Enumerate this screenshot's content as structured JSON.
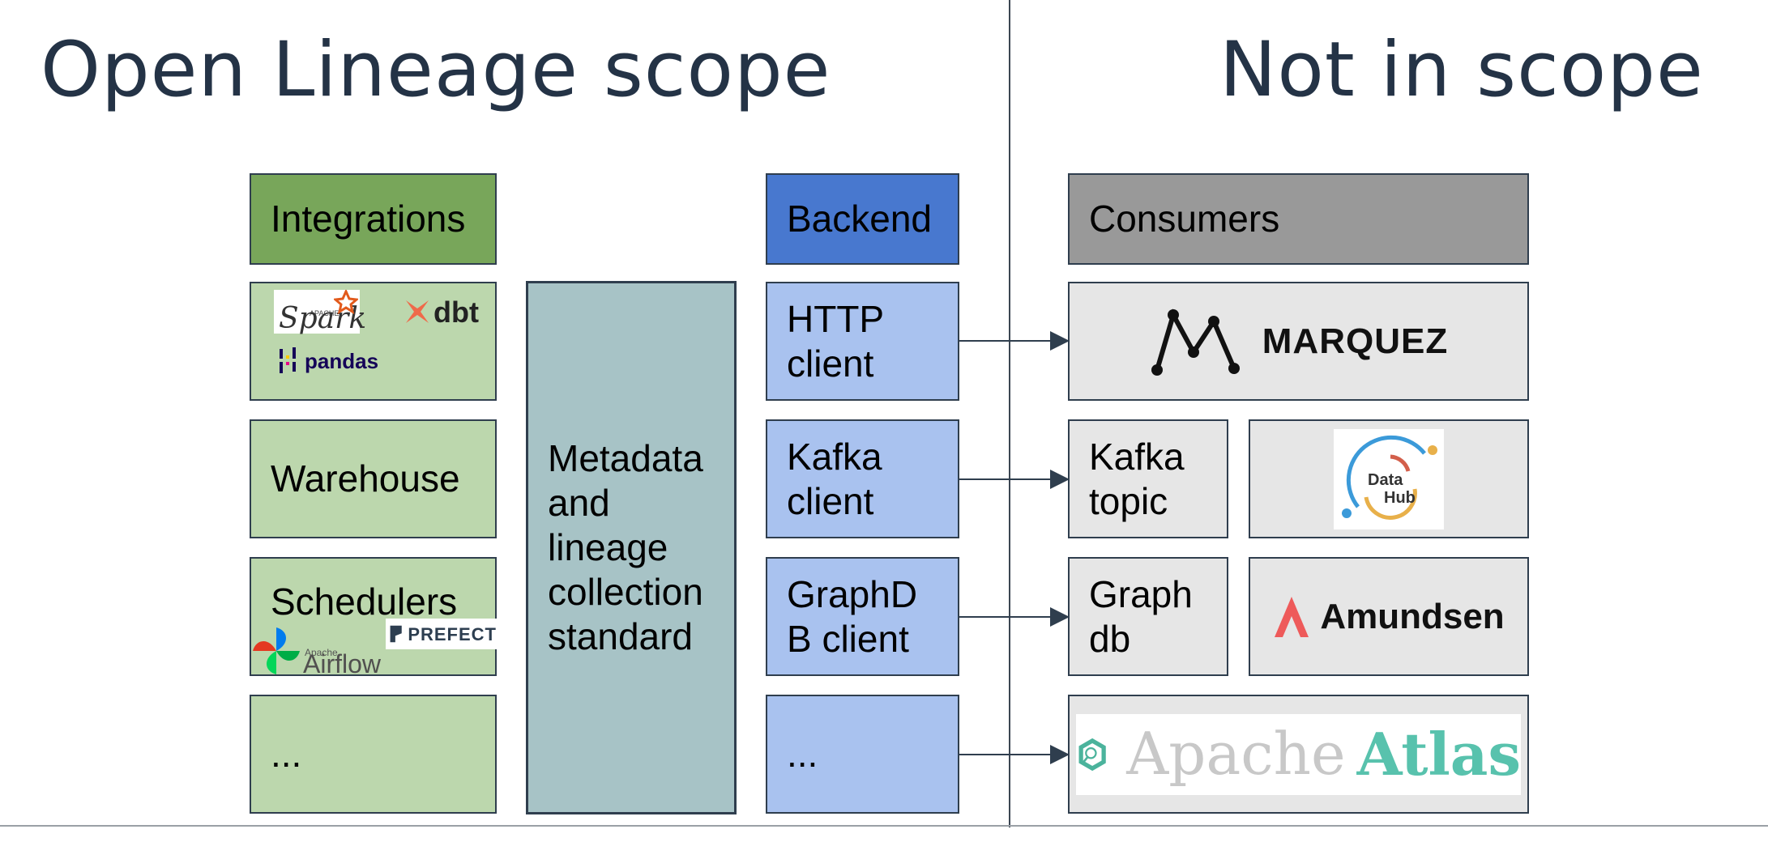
{
  "titles": {
    "left": "Open Lineage scope",
    "right": "Not in scope"
  },
  "integrations": {
    "header": "Integrations",
    "spark_logo_small": "APACHE",
    "spark_logo": "Spark",
    "dbt_logo": "dbt",
    "pandas_logo": "pandas",
    "warehouse": "Warehouse",
    "schedulers": "Schedulers",
    "airflow_logo_small": "Apache",
    "airflow_logo": "Airflow",
    "prefect_logo": "PREFECT",
    "more": "..."
  },
  "standard": {
    "label": "Metadata and lineage collection standard"
  },
  "backend": {
    "header": "Backend",
    "http": "HTTP client",
    "kafka": "Kafka client",
    "graphdb": "GraphDB client",
    "more": "..."
  },
  "consumers": {
    "header": "Consumers",
    "marquez_logo": "MARQUEZ",
    "kafka_topic": "Kafka topic",
    "datahub_logo_top": "Data",
    "datahub_logo_bottom": "Hub",
    "graph_db": "Graph db",
    "amundsen_logo": "Amundsen",
    "atlas_logo_a": "Apache",
    "atlas_logo_b": "Atlas"
  },
  "colors": {
    "green_header": "#78a65a",
    "green": "#bcd7ad",
    "blue_header": "#4878cf",
    "blue": "#a9c2ef",
    "grey_header": "#999999",
    "grey": "#e6e6e6",
    "teal": "#a7c3c6",
    "title": "#243346"
  }
}
